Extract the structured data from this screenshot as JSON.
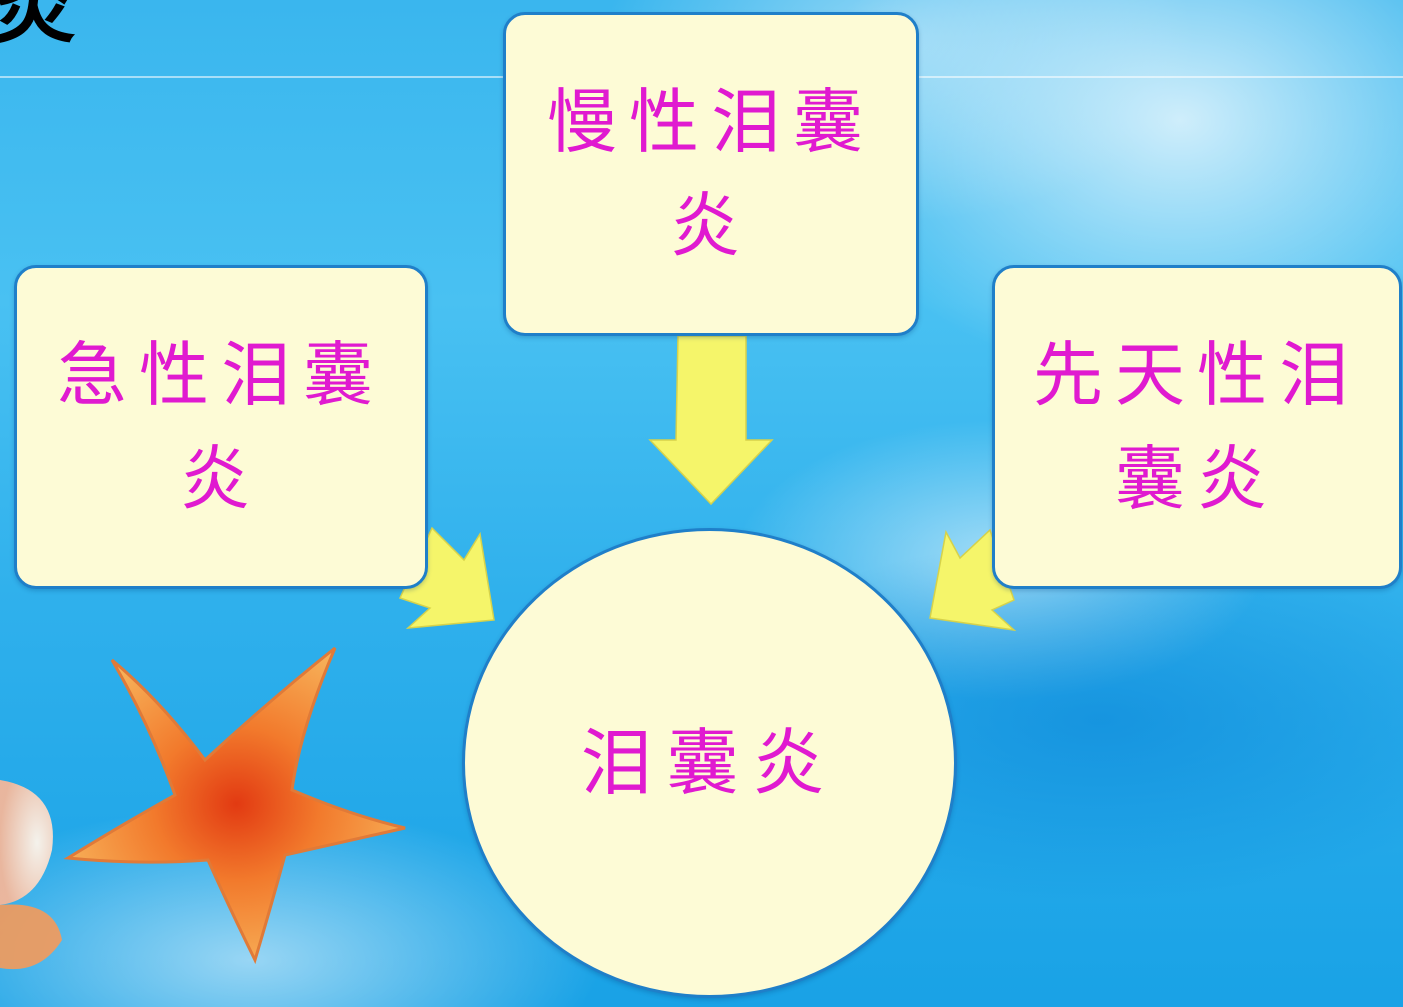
{
  "slide": {
    "title_fragment": "炎"
  },
  "diagram": {
    "center": {
      "label": "泪囊炎"
    },
    "nodes": [
      {
        "id": "acute",
        "label": "急性泪囊炎"
      },
      {
        "id": "chronic",
        "label": "慢性泪囊炎"
      },
      {
        "id": "congenital",
        "label": "先天性泪囊炎"
      }
    ]
  },
  "colors": {
    "box_fill": "#fdfbd6",
    "box_border": "#1f7fc9",
    "label_text": "#e01ad0",
    "arrow_fill": "#f5f56a"
  },
  "decorations": [
    "starfish-icon",
    "seashell-icon"
  ]
}
